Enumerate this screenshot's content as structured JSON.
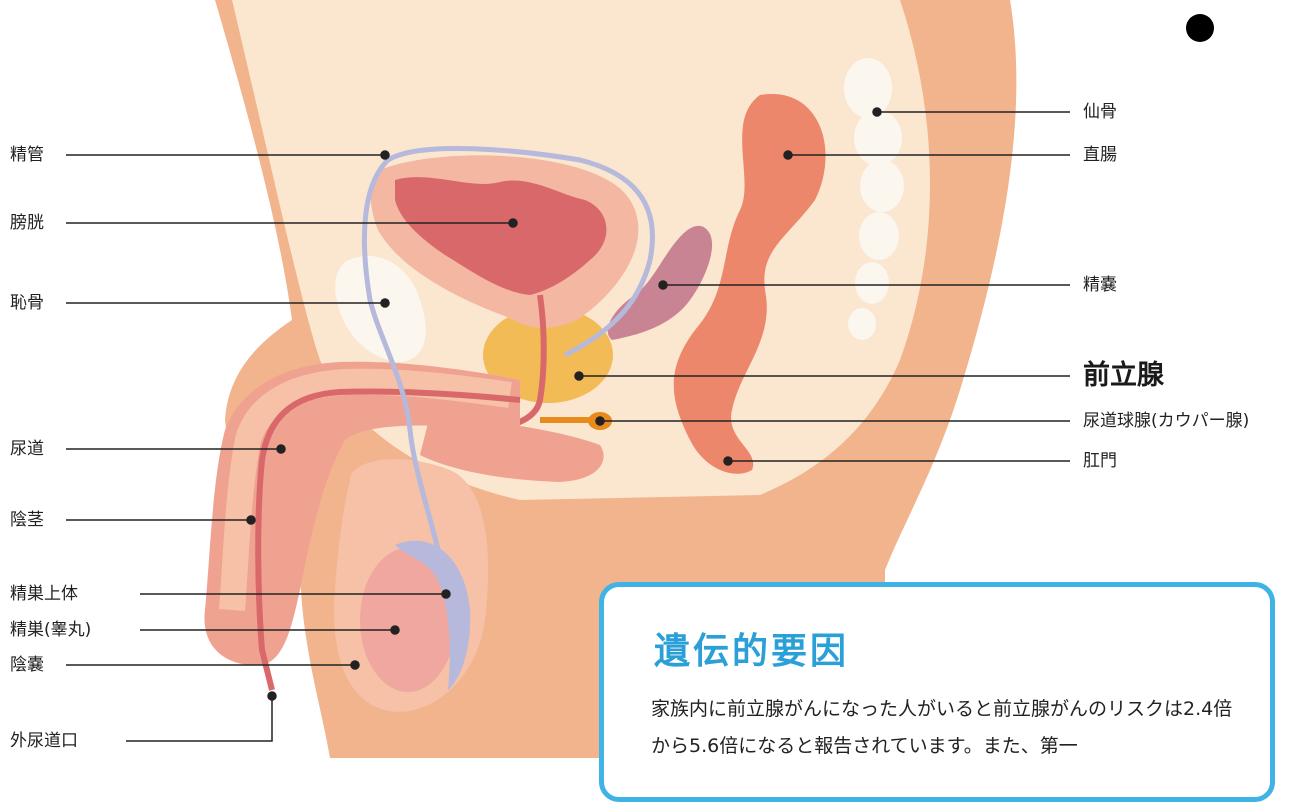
{
  "labels_left": {
    "vas_deferens": "精管",
    "bladder": "膀胱",
    "pubic_bone": "恥骨",
    "urethra": "尿道",
    "penis": "陰茎",
    "epididymis": "精巣上体",
    "testis": "精巣(睾丸)",
    "scrotum": "陰嚢",
    "urethral_opening": "外尿道口"
  },
  "labels_right": {
    "sacrum": "仙骨",
    "rectum": "直腸",
    "seminal_vesicle": "精嚢",
    "prostate": "前立腺",
    "cowper_gland": "尿道球腺(カウパー腺)",
    "anus": "肛門"
  },
  "info_box": {
    "title": "遺伝的要因",
    "body": "家族内に前立腺がんになった人がいると前立腺がんのリスクは2.4倍から5.6倍になると報告されています。また、第一"
  },
  "colors": {
    "skin": "#f2b48c",
    "skin_light": "#f7d5b4",
    "inner": "#fbe6cf",
    "bladder_wall": "#f3b7a2",
    "bladder_inner": "#d9686a",
    "prostate": "#f2bb55",
    "rectum": "#ec876c",
    "seminal_vesicle": "#c98494",
    "vas_deferens": "#b6b9dc",
    "cowper_gland": "#e98a1c",
    "bone": "#fbf6ee",
    "accent": "#3fb3e6"
  }
}
